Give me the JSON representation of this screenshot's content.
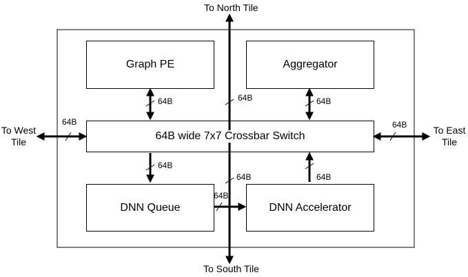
{
  "blocks": {
    "graph_pe": "Graph PE",
    "aggregator": "Aggregator",
    "crossbar": "64B wide 7x7 Crossbar Switch",
    "dnn_queue": "DNN Queue",
    "dnn_accelerator": "DNN Accelerator"
  },
  "ports": {
    "north": "To North Tile",
    "south": "To South Tile",
    "west_line1": "To West",
    "west_line2": "Tile",
    "east_line1": "To East",
    "east_line2": "Tile"
  },
  "bus_width_label": "64B"
}
